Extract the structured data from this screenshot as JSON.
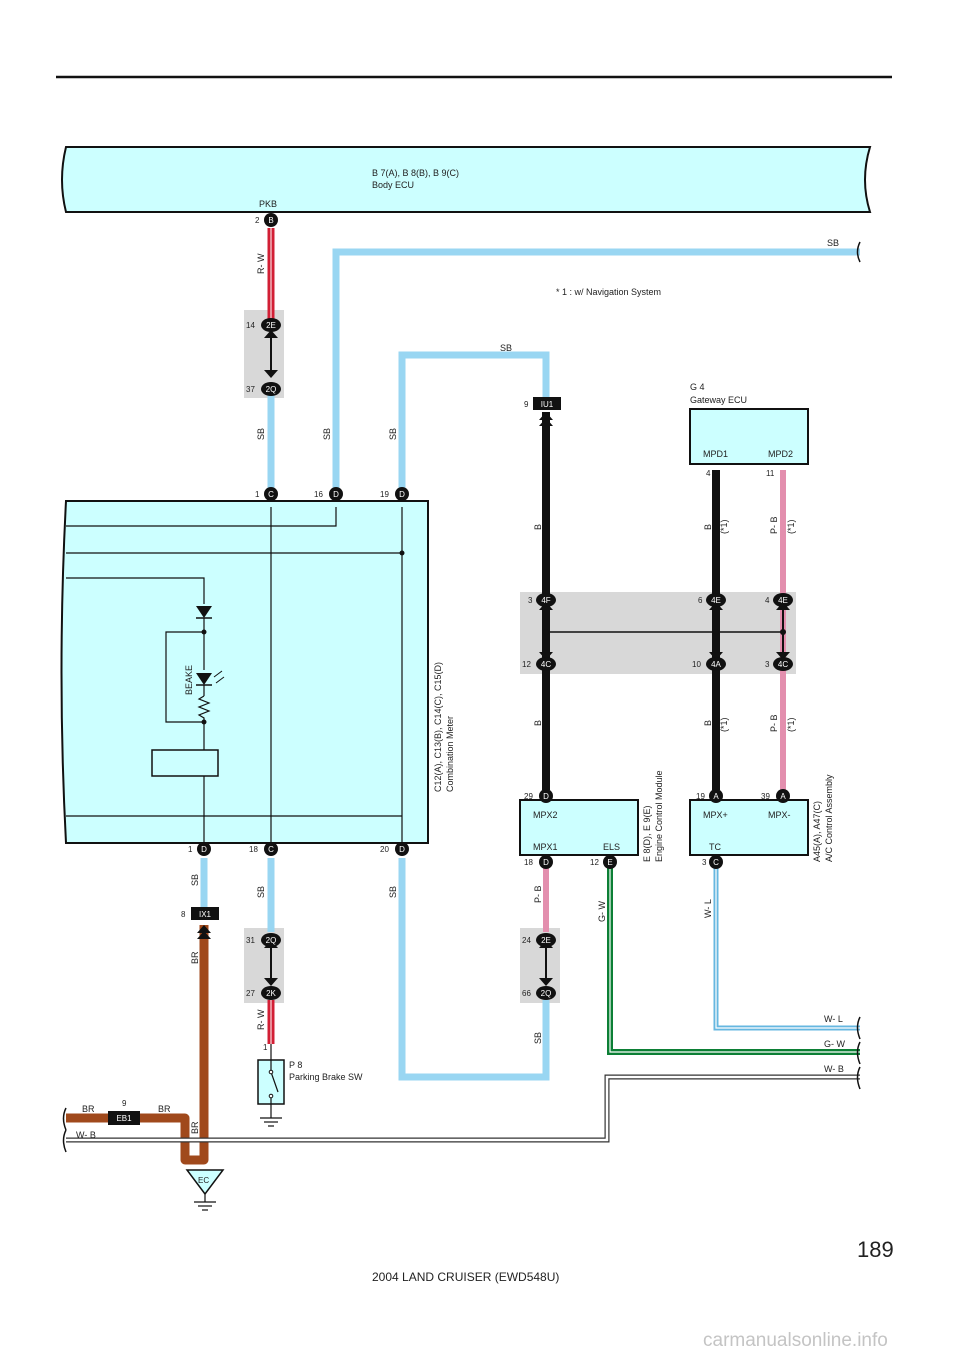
{
  "page": {
    "number": "189",
    "footer": "2004 LAND CRUISER (EWD548U)",
    "watermark": "carmanualsonline.info"
  },
  "body_ecu": {
    "id": "B 7(A), B 8(B), B 9(C)",
    "name": "Body ECU",
    "terminal": "PKB",
    "pin": "2",
    "conn": "B"
  },
  "note": "* 1 : w/ Navigation System",
  "gateway": {
    "id": "G 4",
    "name": "Gateway ECU",
    "t1": "MPD1",
    "t2": "MPD2",
    "p1": "4",
    "p2": "11"
  },
  "meter": {
    "name": "C12(A), C13(B), C14(C), C15(D)",
    "desc": "Combination Meter",
    "inner": "BEAKE"
  },
  "ecm": {
    "name": "E 8(D), E 9(E)",
    "desc": "Engine Control Module",
    "t_mpx2": "MPX2",
    "t_mpx1": "MPX1",
    "t_els": "ELS"
  },
  "ac": {
    "name": "A45(A), A47(C)",
    "desc": "A/C Control Assembly",
    "t_mpxp": "MPX+",
    "t_mpxm": "MPX-",
    "t_tc": "TC"
  },
  "brake_sw": {
    "id": "P 8",
    "name": "Parking Brake SW",
    "pin": "1"
  },
  "ground": "EC",
  "conn_labels": {
    "B": "B",
    "C": "C",
    "D": "D",
    "A": "A",
    "E": "E",
    "2E": "2E",
    "2Q": "2Q",
    "2K": "2K",
    "4F": "4F",
    "4E": "4E",
    "4C": "4C",
    "4A": "4A",
    "IU1": "IU1",
    "IX1": "IX1",
    "EB1": "EB1"
  },
  "pins": {
    "p14": "14",
    "p37": "37",
    "p9": "9",
    "p1": "1",
    "p16": "16",
    "p19": "19",
    "p3": "3",
    "p6": "6",
    "p4": "4",
    "p12": "12",
    "p10": "10",
    "p29": "29",
    "p39": "39",
    "p18": "18",
    "p20": "20",
    "p8": "8",
    "p31": "31",
    "p27": "27",
    "p24": "24",
    "p66": "66"
  },
  "wires": {
    "SB": "SB",
    "RW": "R- W",
    "B": "B",
    "PB": "P- B",
    "BR": "BR",
    "GW": "G- W",
    "WL": "W- L",
    "WB": "W- B",
    "star": "(*1)"
  },
  "colors": {
    "panel": "#ccffff",
    "sb": "#99d6f2",
    "red": "#d21f35",
    "black": "#111111",
    "pink": "#e38fae",
    "brown": "#a0491c",
    "green": "#0c7f35",
    "shade": "#d8d8d8"
  }
}
